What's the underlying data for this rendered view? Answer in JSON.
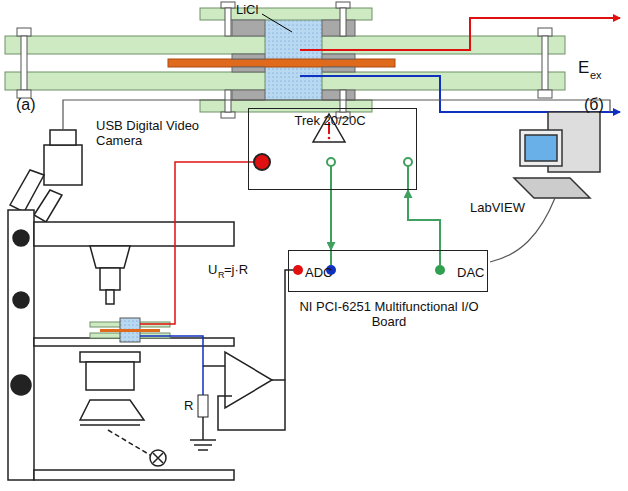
{
  "diagram": {
    "nodes": [
      {
        "text": [
          "Trek 20/20C"
        ]
      },
      {
        "text": [
          "ADC",
          "DAC",
          "NI PCI-6251 Multifunctional I/O Board"
        ]
      }
    ],
    "edges": [
      {
        "from": 0,
        "to": 1,
        "arrow": "to"
      },
      {
        "from": 1,
        "to": 0,
        "arrow": "to"
      }
    ],
    "labels": [
      "LiCl",
      "E",
      "ex",
      "(а)",
      "(б)",
      "USB Digital Video Camera",
      "LabVIEW",
      "U",
      "R",
      "=j·R",
      "R"
    ]
  }
}
